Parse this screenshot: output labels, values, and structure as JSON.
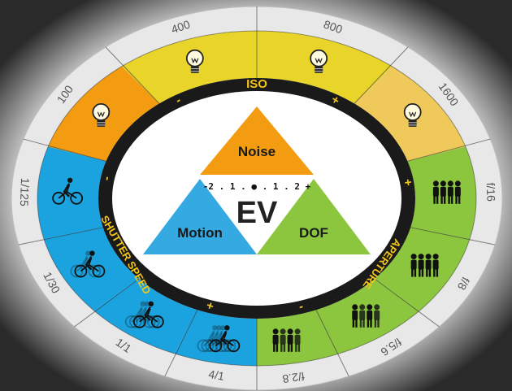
{
  "wheel": {
    "center_text": "EV",
    "ev_scale": "-2 . 1 . ● . 1 . 2 +",
    "triangle": {
      "top": "Noise",
      "left": "Motion",
      "right": "DOF"
    },
    "colors": {
      "iso_low": "#f39c12",
      "iso_mid": "#e9d52a",
      "iso_high": "#f0c74a",
      "shutter": "#1ba3e0",
      "aperture": "#8cc63f",
      "ring": "#1a1a1a",
      "ring_text": "#f5c518",
      "outer_ring": "#e8e8e8"
    },
    "iso": {
      "label": "ISO",
      "minus": "-",
      "plus": "+",
      "ticks": [
        "100",
        "400",
        "800",
        "1600"
      ],
      "icon": "lightbulb-icon"
    },
    "aperture": {
      "label": "APERTURE",
      "minus": "-",
      "plus": "+",
      "ticks": [
        "f/16",
        "f/8",
        "f/5.6",
        "f/2.8"
      ],
      "icon": "people-group-icon"
    },
    "shutter": {
      "label": "SHUTTER SPEED",
      "minus": "-",
      "plus": "+",
      "ticks": [
        "1/125",
        "1/30",
        "1/1",
        "4/1"
      ],
      "icon": "cyclist-icon"
    }
  }
}
